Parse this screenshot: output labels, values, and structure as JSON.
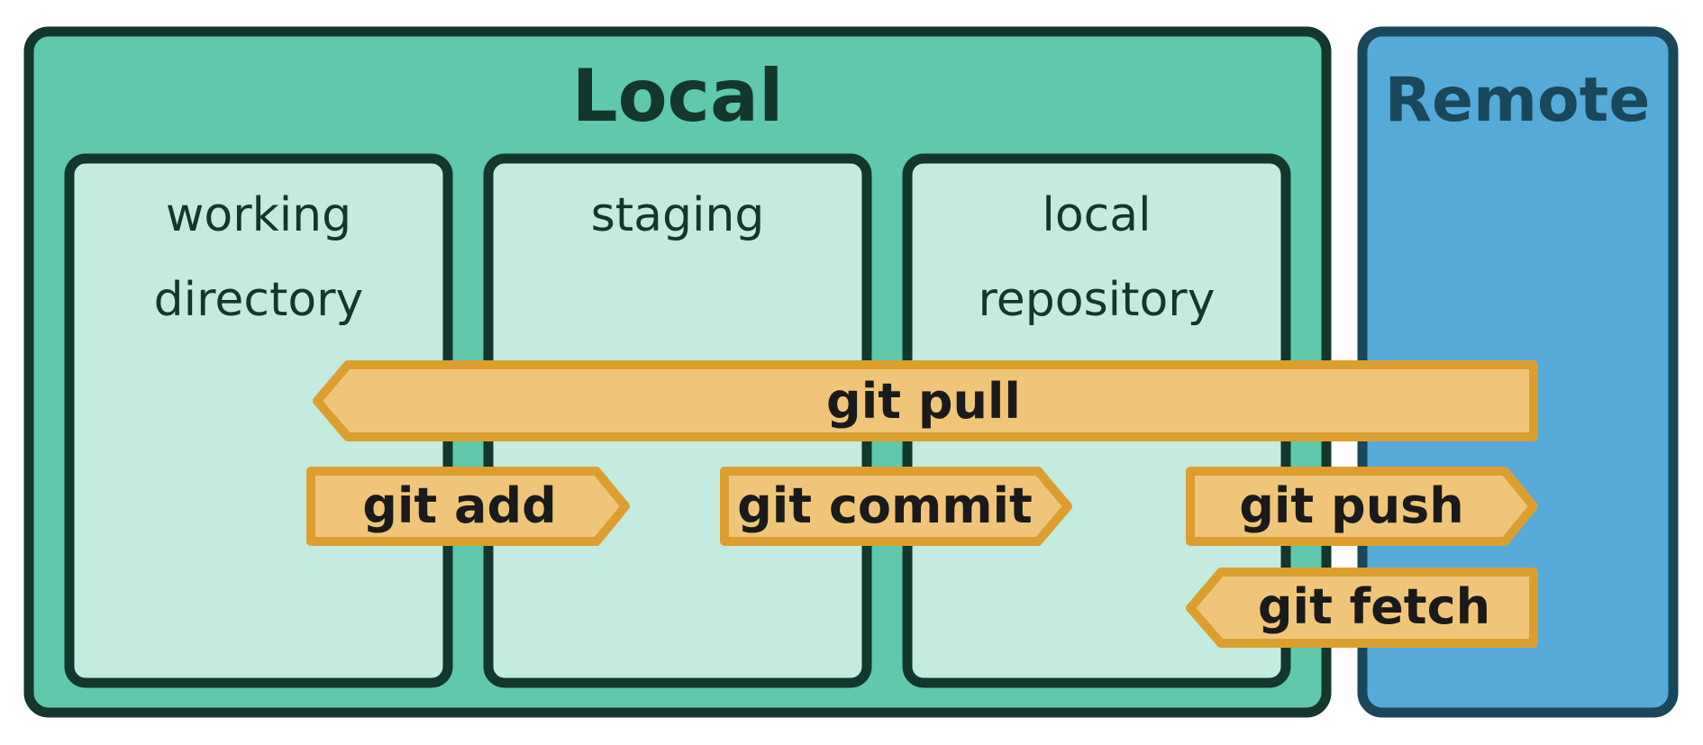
{
  "local": {
    "title": "Local",
    "areas": [
      {
        "line1": "working",
        "line2": "directory"
      },
      {
        "line1": "staging",
        "line2": ""
      },
      {
        "line1": "local",
        "line2": "repository"
      }
    ]
  },
  "remote": {
    "title": "Remote"
  },
  "commands": {
    "pull": "git pull",
    "add": "git add",
    "commit": "git commit",
    "push": "git push",
    "fetch": "git fetch"
  },
  "colors": {
    "local_fill": "#5fc8ad",
    "local_border": "#14362c",
    "area_fill": "#c4ebdf",
    "remote_fill": "#55aad8",
    "remote_border": "#1a475a",
    "remote_text": "#1a475a",
    "arrow_fill": "#efc679",
    "arrow_border": "#dc9f2f",
    "dark_text": "#14362c",
    "cmd_text": "#1a1a1a"
  }
}
